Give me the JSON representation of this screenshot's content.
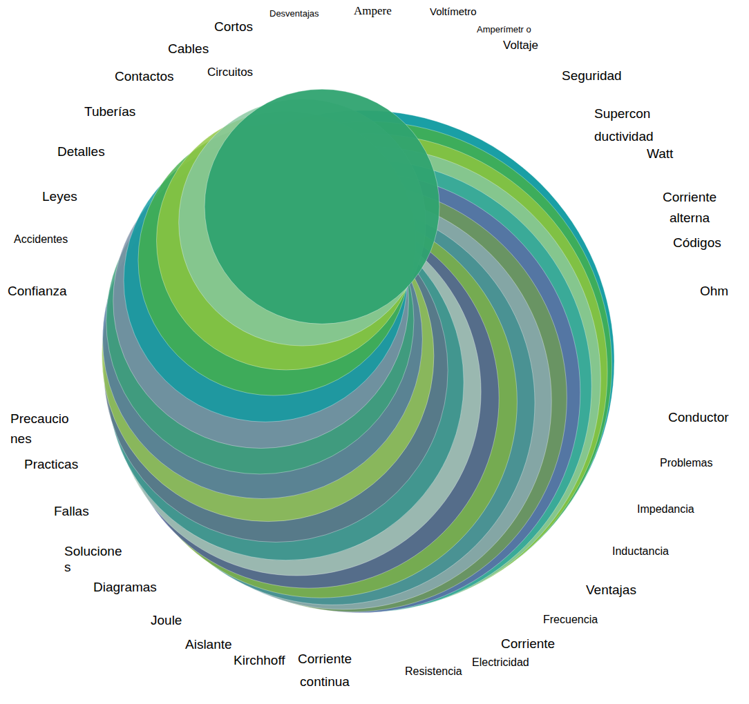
{
  "diagram": {
    "labels": [
      "Desventajas",
      "Ampere",
      "Voltímetro",
      "Amperímetr o",
      "Voltaje",
      "Cortos",
      "Cables",
      "Circuitos",
      "Contactos",
      "Seguridad",
      "Tuberías",
      "Supercon ductividad",
      "Watt",
      "Detalles",
      "Leyes",
      "Corriente alterna",
      "Accidentes",
      "Códigos",
      "Confianza",
      "Ohm",
      "Precaucio nes",
      "Conductor",
      "Practicas",
      "Problemas",
      "Impedancia",
      "Fallas",
      "Inductancia",
      "Solucione s",
      "Diagramas",
      "Ventajas",
      "Frecuencia",
      "Joule",
      "Corriente",
      "Aislante",
      "Electricidad",
      "Kirchhoff",
      "Corriente continua",
      "Resistencia"
    ]
  }
}
